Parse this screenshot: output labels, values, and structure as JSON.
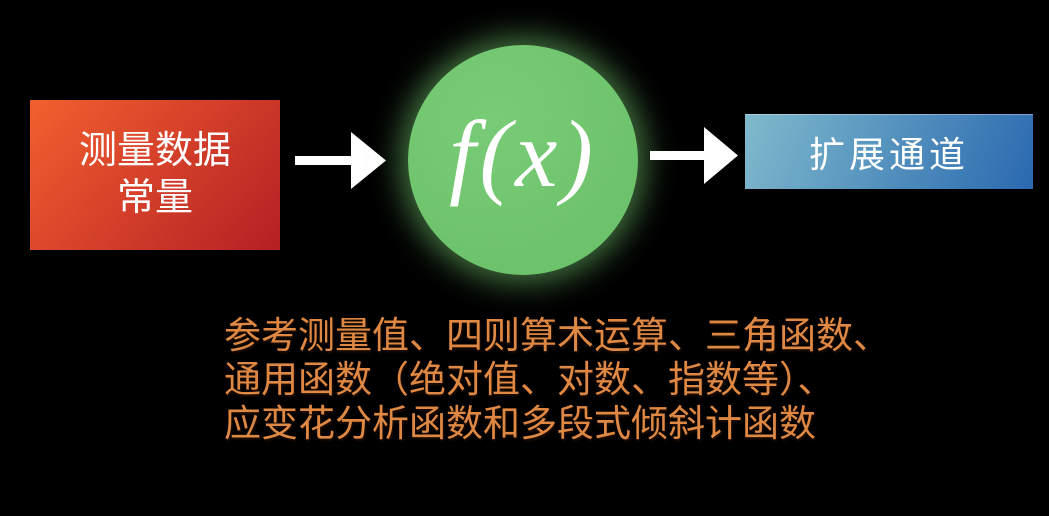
{
  "background_color": "#000000",
  "diagram": {
    "input_box": {
      "lines": [
        "测量数据",
        "常量"
      ],
      "gradient_start": "#F2602F",
      "gradient_end": "#B51F24",
      "text_color": "#FFFFFF"
    },
    "function_circle": {
      "label": "f(x)",
      "fill_color": "#6DC36B",
      "highlight_color": "#79CC77",
      "glow_color": "#7AD274",
      "text_color": "#FFFFFF"
    },
    "output_box": {
      "label": "扩展通道",
      "gradient_start": "#7FBACC",
      "gradient_end": "#2A69B0",
      "text_color": "#FFFFFF"
    },
    "arrow_color": "#FFFFFF"
  },
  "caption": {
    "text_color": "#DE8843",
    "lines": [
      "参考测量值、四则算术运算、三角函数、",
      "通用函数（绝对值、对数、指数等）、",
      "应变花分析函数和多段式倾斜计函数"
    ]
  }
}
